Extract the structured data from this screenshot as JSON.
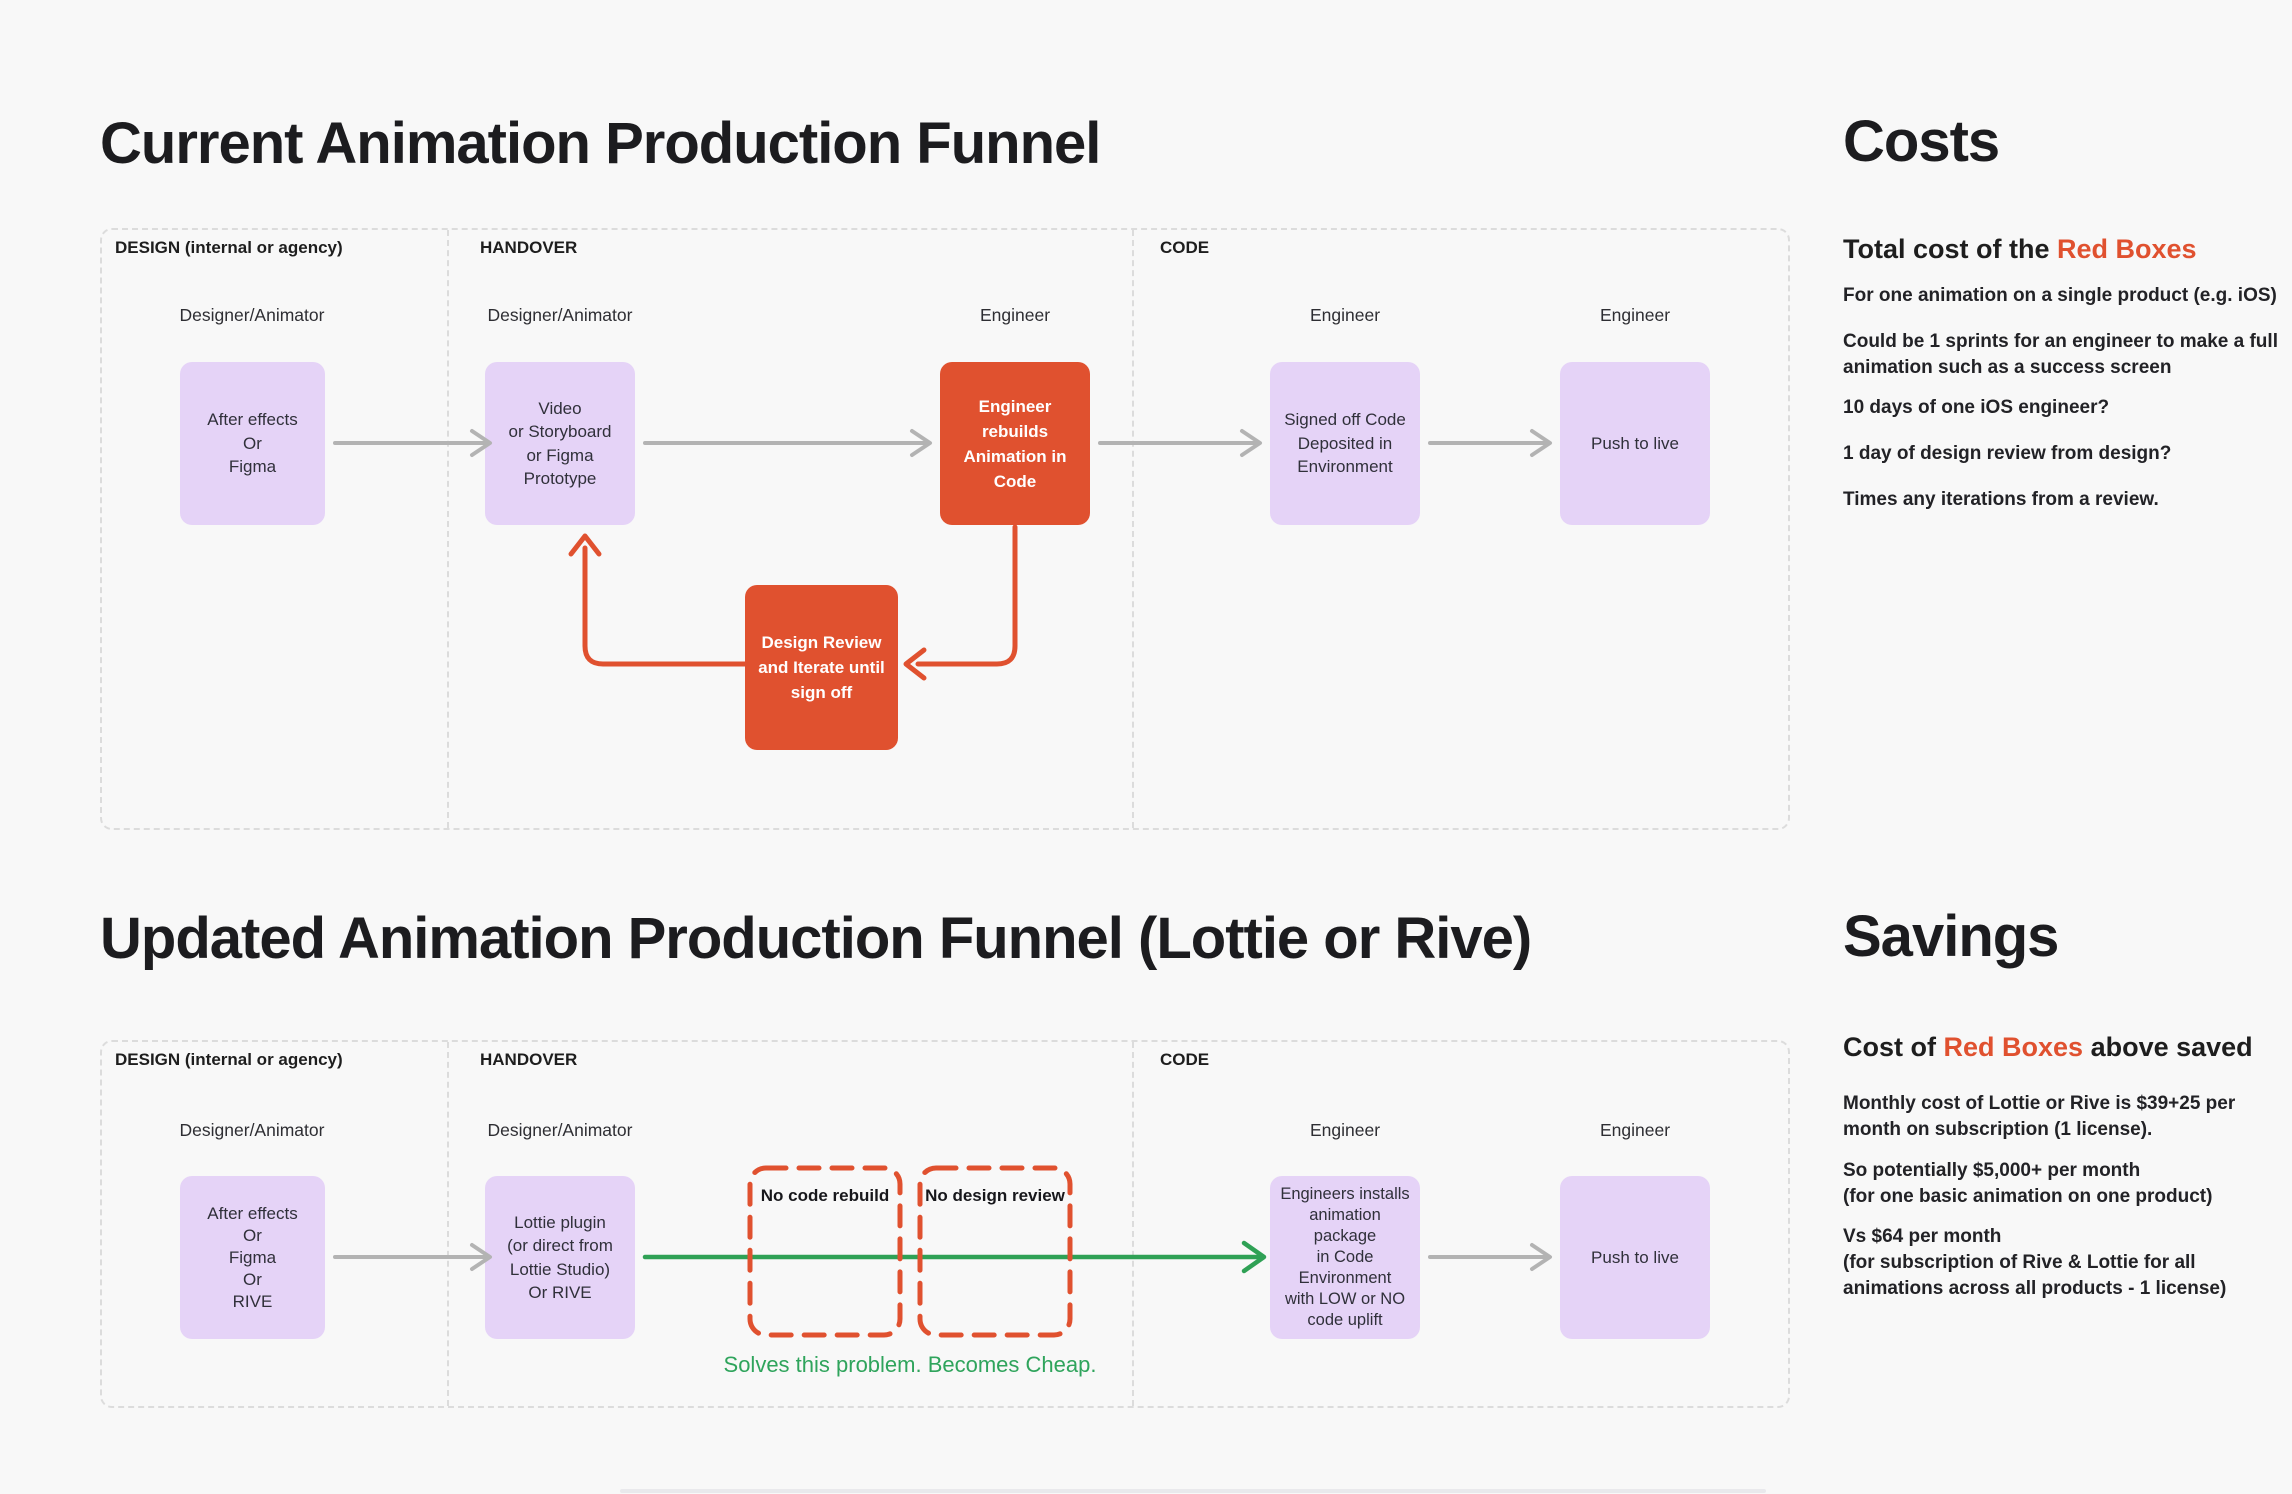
{
  "canvas": {
    "background": "#F8F8F8"
  },
  "colors": {
    "red": "#E0512F",
    "purple": "#E5D3F7",
    "green": "#2FA155",
    "green_text": "#2FA45C",
    "gray_arrow": "#B3B3B3",
    "dashed_border": "#DCDCDC",
    "text_dark": "#1E1E1E",
    "box_text": "#30303A",
    "bg": "#F8F8F8"
  },
  "funnel_current": {
    "title": "Current Animation Production Funnel",
    "section_labels": [
      "DESIGN (internal or agency)",
      "HANDOVER",
      "CODE"
    ],
    "role_labels": [
      "Designer/Animator",
      "Designer/Animator",
      "Engineer",
      "Engineer",
      "Engineer"
    ],
    "box_after_effects": "After effects\nOr\nFigma",
    "box_video": "Video\nor Storyboard\nor Figma Prototype",
    "box_engineer_rebuilds": "Engineer rebuilds\nAnimation in Code",
    "box_signed_off": "Signed off Code\nDeposited in\nEnvironment",
    "box_push_live": "Push to live",
    "box_design_review": "Design Review\nand Iterate until\nsign off"
  },
  "funnel_updated": {
    "title": "Updated Animation Production Funnel (Lottie or Rive)",
    "section_labels": [
      "DESIGN (internal or agency)",
      "HANDOVER",
      "CODE"
    ],
    "role_labels": [
      "Designer/Animator",
      "Designer/Animator",
      "Engineer",
      "Engineer"
    ],
    "box_after_effects": "After effects\nOr\nFigma\nOr\nRIVE",
    "box_lottie": "Lottie plugin\n(or direct from\nLottie Studio)\nOr RIVE",
    "box_no_code_rebuild": "No code rebuild",
    "box_no_design_review": "No design review",
    "box_engineers_installs": "Engineers installs\nanimation package\nin Code\nEnvironment\nwith LOW or NO\ncode uplift",
    "box_push_live": "Push to live",
    "caption": "Solves this problem. Becomes Cheap."
  },
  "costs_panel": {
    "heading": "Costs",
    "subtitle_prefix": "Total cost of the ",
    "subtitle_highlight": "Red Boxes",
    "subtitle_suffix": "",
    "items": [
      "For one animation on a single product (e.g. iOS)",
      "Could be 1 sprints for an engineer to make a full\nanimation such as a success screen",
      "10 days of one iOS engineer?",
      "1 day of design review from design?",
      "Times any iterations from a review."
    ]
  },
  "savings_panel": {
    "heading": "Savings",
    "subtitle_prefix": "Cost of ",
    "subtitle_highlight": "Red Boxes",
    "subtitle_suffix": " above saved",
    "items": [
      "Monthly cost of Lottie or Rive is $39+25 per\nmonth on subscription (1 license).",
      "So potentially $5,000+ per month\n(for one basic animation on one product)",
      "Vs $64 per month\n(for subscription of Rive & Lottie for all\nanimations across all products - 1 license)"
    ]
  }
}
